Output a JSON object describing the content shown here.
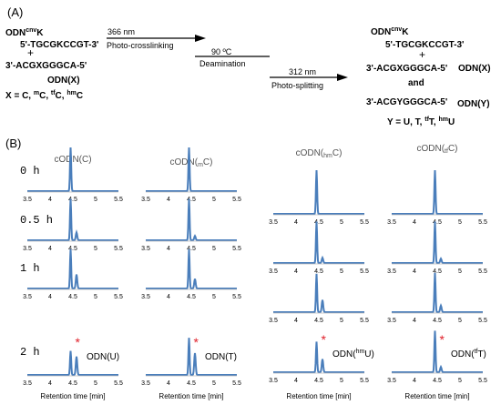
{
  "panel_a": {
    "label": "(A)",
    "reactant": {
      "top_strand_name": "ODN",
      "top_strand_sup": "cnv",
      "top_strand_suffix": "K",
      "top_seq": "5'-TGCGKCCGT-3'",
      "plus": "+",
      "bottom_seq": "3'-ACGXGGGCA-5'",
      "bottom_name": "ODN(X)",
      "x_def": {
        "prefix": "X = C, ",
        "m_sup": "m",
        "m_base": "C, ",
        "tf_sup": "tf",
        "tf_base": "C, ",
        "hm_sup": "hm",
        "hm_base": "C"
      }
    },
    "step1": {
      "top": "366 nm",
      "bottom": "Photo-crosslinking"
    },
    "step2": {
      "top": "90 ºC",
      "bottom": "Deamination"
    },
    "step3": {
      "top": "312 nm",
      "bottom": "Photo-splitting"
    },
    "product": {
      "top_strand_name": "ODN",
      "top_strand_sup": "cnv",
      "top_strand_suffix": "K",
      "top_seq": "5'-TGCGKCCGT-3'",
      "plus": "+",
      "seq_x": "3'-ACGXGGGCA-5'",
      "name_x": "ODN(X)",
      "and": "and",
      "seq_y": "3'-ACGYGGGCA-5'",
      "name_y": "ODN(Y)",
      "y_def": {
        "prefix": "Y = U, T, ",
        "tf_sup": "tf",
        "tf_base": "T, ",
        "hm_sup": "hm",
        "hm_base": "U"
      }
    }
  },
  "panel_b": {
    "label": "(B)",
    "columns": [
      {
        "title_main": "cODN(C)",
        "title_sub": ""
      },
      {
        "title_main": "cODN(",
        "title_sub": "m",
        "title_end": "C)"
      },
      {
        "title_main": "cODN(",
        "title_sub": "hm",
        "title_end": "C)"
      },
      {
        "title_main": "cODN(",
        "title_sub": "tf",
        "title_end": "C)"
      }
    ],
    "row_labels": [
      "0  h",
      "0.5 h",
      "1  h",
      "2  h"
    ],
    "x_ticks": [
      "3.5",
      "4",
      "4.5",
      "5",
      "5.5"
    ],
    "xlabel": "Retention time [min]",
    "star": "*",
    "product_labels": [
      {
        "base": "ODN(U)",
        "sup": "",
        "end": ""
      },
      {
        "base": "ODN(T)",
        "sup": "",
        "end": ""
      },
      {
        "base": "ODN(",
        "sup": "hm",
        "end": "U)"
      },
      {
        "base": "ODN(",
        "sup": "tf",
        "end": "T)"
      }
    ],
    "trace_color": "#4a7ebb",
    "star_color": "#e0202a",
    "chromatograms": [
      [
        {
          "p1": 1.0,
          "p2": 0.0
        },
        {
          "p1": 0.95,
          "p2": 0.18
        },
        {
          "p1": 0.9,
          "p2": 0.32
        },
        {
          "p1": 0.55,
          "p2": 0.42
        }
      ],
      [
        {
          "p1": 1.0,
          "p2": 0.0
        },
        {
          "p1": 0.95,
          "p2": 0.1
        },
        {
          "p1": 0.9,
          "p2": 0.22
        },
        {
          "p1": 0.85,
          "p2": 0.5
        }
      ],
      [
        {
          "p1": 1.0,
          "p2": 0.0
        },
        {
          "p1": 0.95,
          "p2": 0.12
        },
        {
          "p1": 0.88,
          "p2": 0.28
        },
        {
          "p1": 0.7,
          "p2": 0.3
        }
      ],
      [
        {
          "p1": 1.0,
          "p2": 0.0
        },
        {
          "p1": 0.95,
          "p2": 0.1
        },
        {
          "p1": 0.9,
          "p2": 0.15
        },
        {
          "p1": 0.95,
          "p2": 0.12
        }
      ]
    ]
  }
}
